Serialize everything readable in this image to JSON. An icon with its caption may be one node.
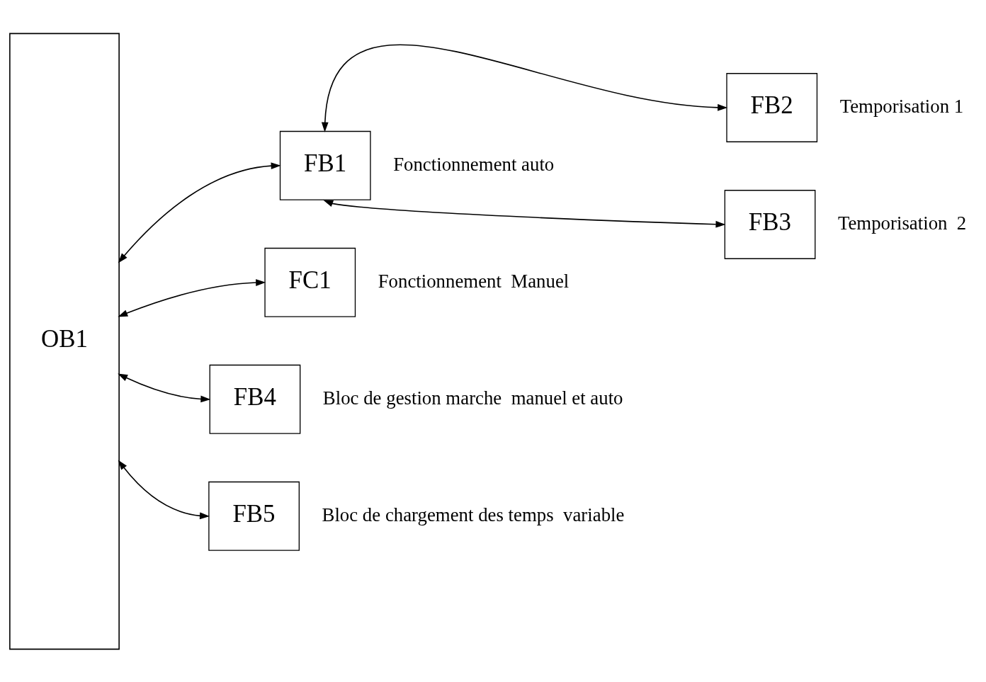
{
  "diagram": {
    "nodes": [
      {
        "text": [
          "OB1"
        ]
      },
      {
        "text": [
          "FB1"
        ],
        "beside": [
          "Fonctionnement auto"
        ]
      },
      {
        "text": [
          "FB2"
        ],
        "beside": [
          "Temporisation 1"
        ]
      },
      {
        "text": [
          "FB3"
        ],
        "beside": [
          "Temporisation  2"
        ]
      },
      {
        "text": [
          "FC1"
        ],
        "beside": [
          "Fonctionnement  Manuel"
        ]
      },
      {
        "text": [
          "FB4"
        ],
        "beside": [
          "Bloc de gestion marche  manuel et auto"
        ]
      },
      {
        "text": [
          "FB5"
        ],
        "beside": [
          "Bloc de chargement des temps  variable"
        ]
      }
    ],
    "edges": [
      {
        "from": 0,
        "to": 1,
        "arrow": "both"
      },
      {
        "from": 1,
        "to": 2,
        "arrow": "both"
      },
      {
        "from": 1,
        "to": 3,
        "arrow": "both"
      },
      {
        "from": 0,
        "to": 4,
        "arrow": "both"
      },
      {
        "from": 0,
        "to": 5,
        "arrow": "both"
      },
      {
        "from": 0,
        "to": 6,
        "arrow": "both"
      }
    ]
  }
}
